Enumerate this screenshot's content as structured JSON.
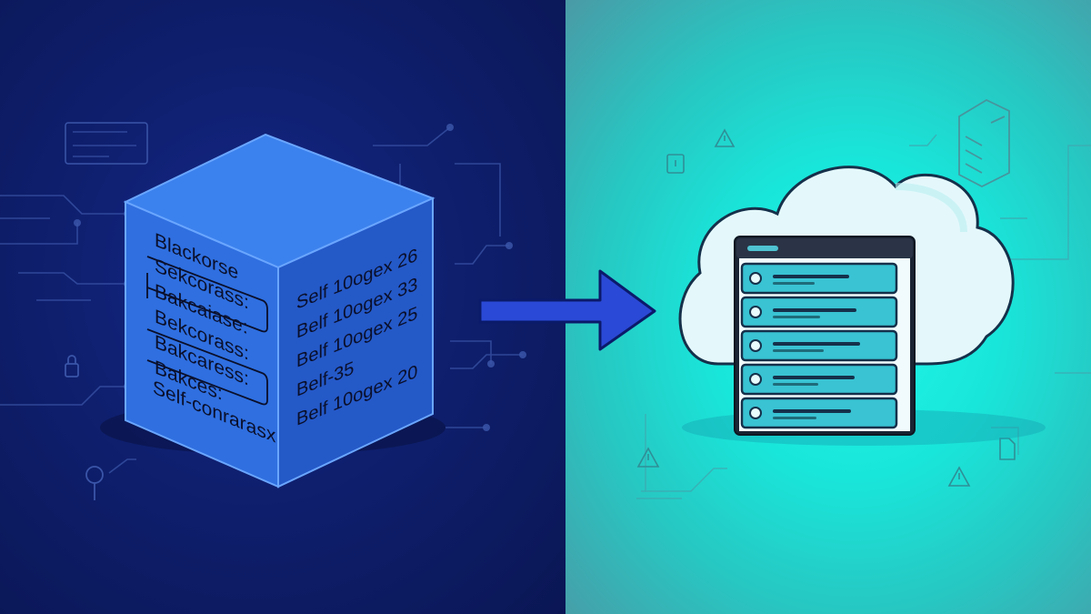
{
  "cube": {
    "front_lines": [
      "Blackorse",
      "Sekcorass:",
      "Bakcaiase:",
      "Bekcorass:",
      "Bakcaress:",
      "Bakces:",
      "Self-conrarasx"
    ],
    "side_lines": [
      "Self 10ogex 26",
      "Belf 10ogex 33",
      "Belf 10ogex 25",
      "Belf-35",
      "Belf 10ogex 20"
    ]
  },
  "colors": {
    "left_bg": "#0f1f6e",
    "right_bg": "#1ff7ea",
    "cube_front": "#2f6fe0",
    "cube_side": "#2459c8",
    "cube_top": "#3c82ee",
    "arrow": "#2a49d6",
    "server_row": "#39c3d3",
    "cloud": "#e4f8fb"
  },
  "icons": [
    "warning-icon",
    "lock-icon",
    "document-icon",
    "file-icon",
    "key-icon",
    "circuit-lines-icon"
  ]
}
